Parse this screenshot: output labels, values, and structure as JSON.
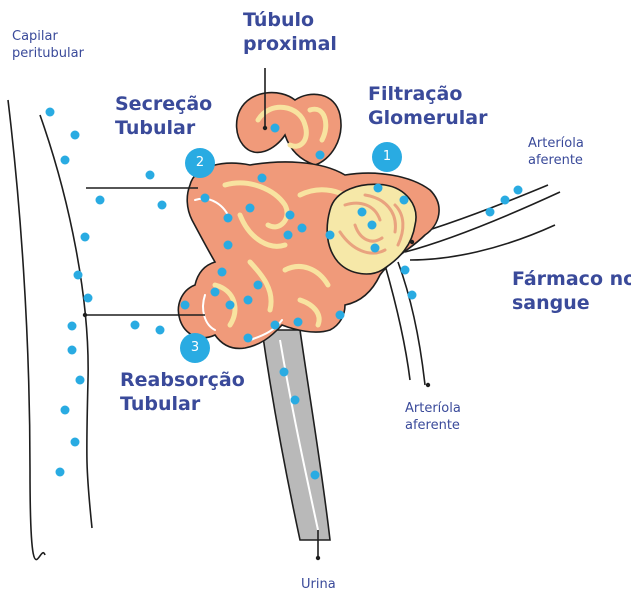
{
  "labels": {
    "capilar": "Capilar\nperitubular",
    "tubulo": "Túbulo\nproximal",
    "secrecao": "Secreção\nTubular",
    "filtracao": "Filtração\nGlomerular",
    "arteriola_top": "Arteríola\naferente",
    "farmaco": "Fármaco no\nsangue",
    "reabsorcao": "Reabsorção\nTubular",
    "arteriola_bottom": "Arteríola\naferente",
    "urina": "Urina"
  },
  "badges": {
    "b1": "1",
    "b2": "2",
    "b3": "3"
  },
  "colors": {
    "label": "#3a4a9a",
    "badge": "#29abe2",
    "dot": "#29abe2",
    "tubule": "#f09a7a",
    "tubule_inner": "#f8e3a0",
    "glomerulus": "#f6e8a8",
    "collecting_duct": "#b9b9b9",
    "line": "#1e1e1e"
  }
}
